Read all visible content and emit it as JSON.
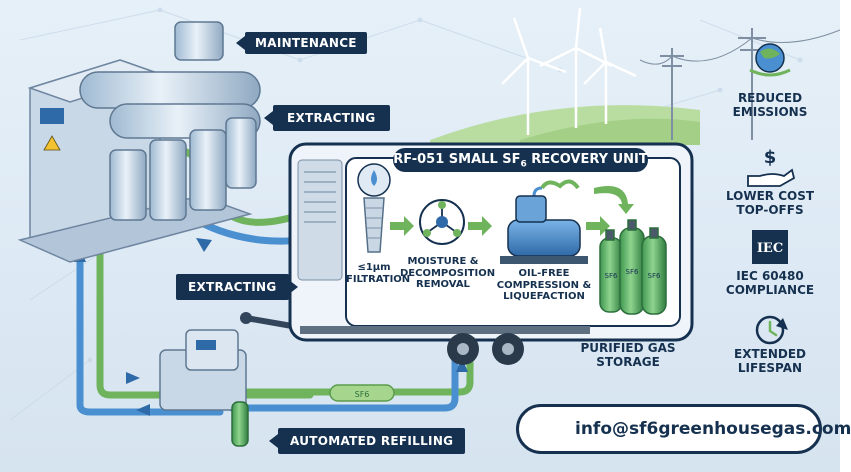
{
  "title": {
    "prefix": "RF-051 SMALL SF",
    "sub": "6",
    "suffix": " RECOVERY UNIT"
  },
  "tags": {
    "maintenance": "MAINTENANCE",
    "extracting_top": "EXTRACTING",
    "extracting_left": "EXTRACTING",
    "refilling": "AUTOMATED REFILLING"
  },
  "process": {
    "filtration": [
      "≤1μm",
      "FILTRATION"
    ],
    "moisture": [
      "MOISTURE &",
      "DECOMPOSITION",
      "REMOVAL"
    ],
    "compression": [
      "OIL-FREE",
      "COMPRESSION &",
      "LIQUEFACTION"
    ],
    "storage": [
      "PURIFIED GAS",
      "STORAGE"
    ]
  },
  "cylinder_label": "SF6",
  "pipe_label": "SF6",
  "benefits": [
    {
      "icon": "globe-leaf-icon",
      "lines": [
        "REDUCED",
        "EMISSIONS"
      ]
    },
    {
      "icon": "hand-dollar-icon",
      "lines": [
        "LOWER COST",
        "TOP-OFFS"
      ]
    },
    {
      "icon": "iec-logo-icon",
      "badge": "IEC",
      "lines": [
        "IEC 60480",
        "COMPLIANCE"
      ]
    },
    {
      "icon": "clock-arrow-icon",
      "lines": [
        "EXTENDED",
        "LIFESPAN"
      ]
    }
  ],
  "contact": {
    "email": "info@sf6greenhousegas.com"
  },
  "colors": {
    "navy": "#15314f",
    "green": "#6fb45c",
    "blue": "#4a8fd0",
    "steel": "#b8c9da"
  }
}
